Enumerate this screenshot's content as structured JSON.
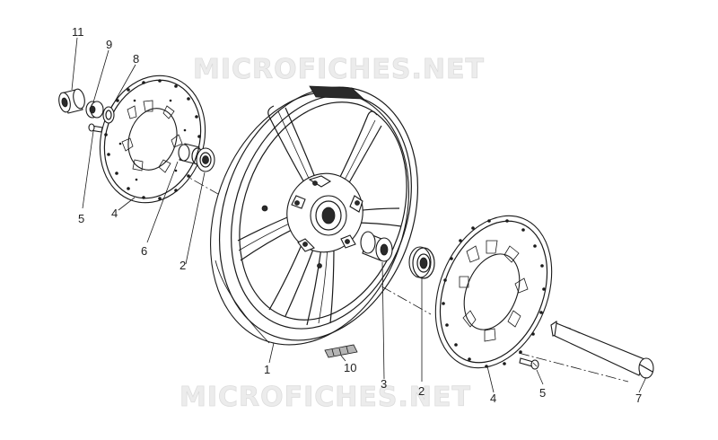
{
  "watermarks": [
    "MICROFICHES.NET",
    "MICROFICHES.NET"
  ],
  "callouts": [
    {
      "id": "11",
      "label": "11"
    },
    {
      "id": "9",
      "label": "9"
    },
    {
      "id": "8",
      "label": "8"
    },
    {
      "id": "5a",
      "label": "5"
    },
    {
      "id": "4a",
      "label": "4"
    },
    {
      "id": "6",
      "label": "6"
    },
    {
      "id": "2a",
      "label": "2"
    },
    {
      "id": "1",
      "label": "1"
    },
    {
      "id": "10",
      "label": "10"
    },
    {
      "id": "3",
      "label": "3"
    },
    {
      "id": "2b",
      "label": "2"
    },
    {
      "id": "4b",
      "label": "4"
    },
    {
      "id": "5b",
      "label": "5"
    },
    {
      "id": "7",
      "label": "7"
    }
  ]
}
